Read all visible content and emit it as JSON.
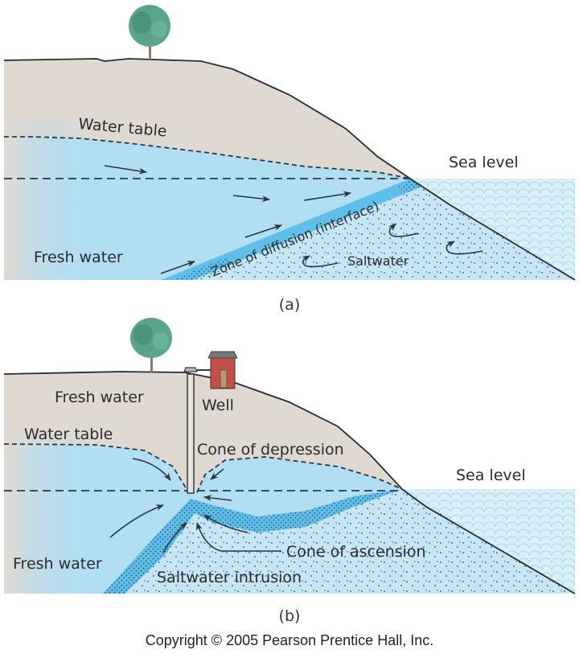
{
  "panel_a": {
    "caption": "(a)",
    "labels": {
      "water_table": "Water table",
      "sea_level": "Sea level",
      "fresh_water": "Fresh water",
      "zone_of_diffusion": "Zone of diffusion (interface)",
      "saltwater": "Saltwater"
    }
  },
  "panel_b": {
    "caption": "(b)",
    "labels": {
      "fresh_water_top": "Fresh water",
      "well": "Well",
      "water_table": "Water table",
      "cone_of_depression": "Cone of depression",
      "sea_level": "Sea level",
      "cone_of_ascension": "Cone of ascension",
      "fresh_water": "Fresh water",
      "saltwater_intrusion": "Saltwater intrusion"
    }
  },
  "copyright": "Copyright © 2005 Pearson Prentice Hall, Inc.",
  "colors": {
    "land": "#e0d9d1",
    "fresh_water": "#b2def4",
    "interface": "#5fbfe9",
    "saltwater": "#c6e6f6",
    "sea": "#d6eef8",
    "line": "#2b2b2b",
    "tree": "#5aa58a"
  }
}
